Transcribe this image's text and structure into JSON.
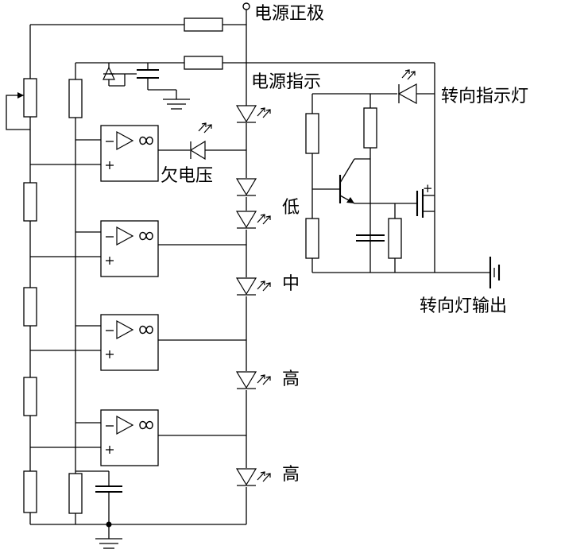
{
  "labels": {
    "power_positive": "电源正极",
    "power_indicator": "电源指示",
    "undervoltage": "欠电压",
    "low": "低",
    "mid": "中",
    "high_1": "高",
    "high_2": "高",
    "turn_indicator_lamp": "转向指示灯",
    "turn_lamp_output": "转向灯输出"
  },
  "symbols": {
    "minus": "−",
    "plus": "+",
    "infinity": "∞"
  }
}
